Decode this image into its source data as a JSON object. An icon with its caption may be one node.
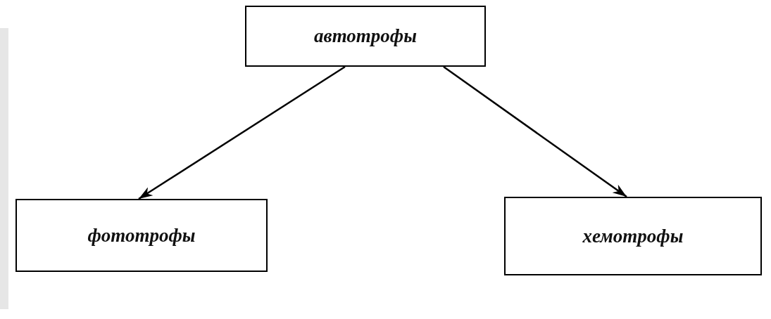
{
  "diagram": {
    "nodes": [
      {
        "text": [
          "автотрофы"
        ]
      },
      {
        "text": [
          "фототрофы"
        ]
      },
      {
        "text": [
          "хемотрофы"
        ]
      }
    ],
    "edges": [
      {
        "from": 0,
        "to": 1,
        "arrow": "to"
      },
      {
        "from": 0,
        "to": 2,
        "arrow": "to"
      }
    ]
  }
}
